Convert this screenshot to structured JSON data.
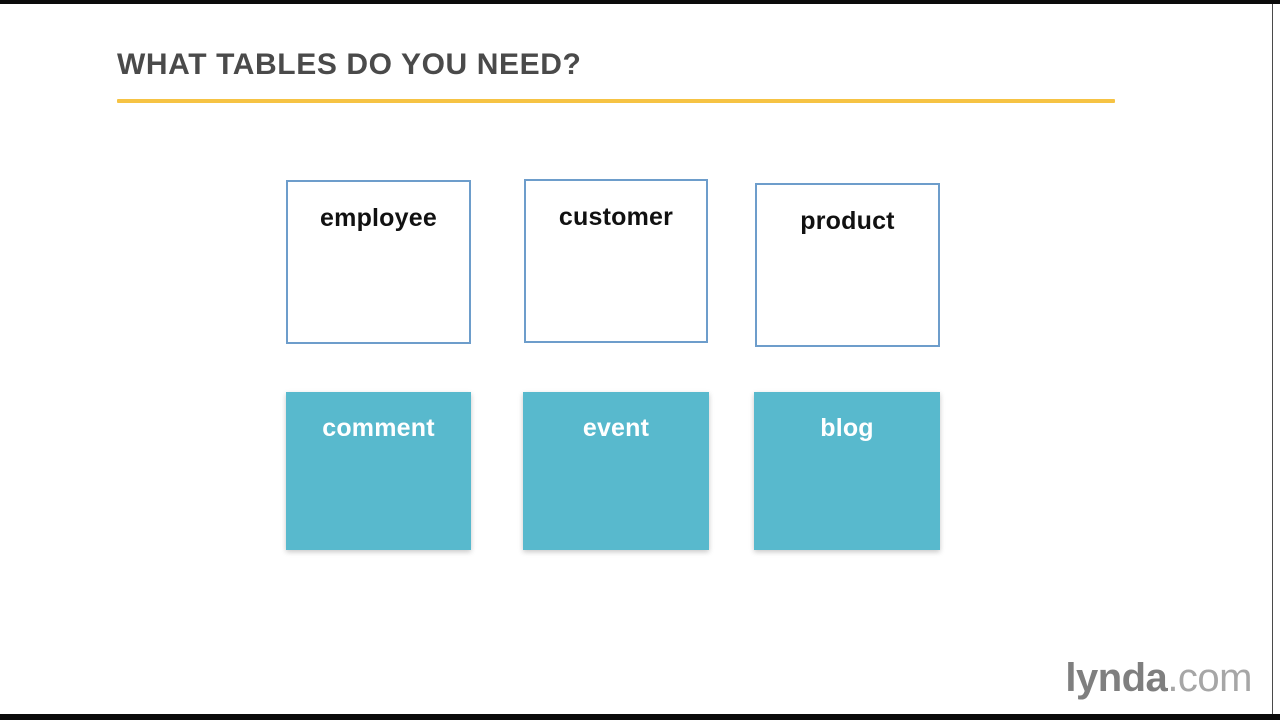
{
  "slide": {
    "title": "WHAT TABLES DO YOU NEED?",
    "accent_color": "#f6c344",
    "title_color": "#4a4a4a",
    "background_color": "#ffffff"
  },
  "cards": {
    "outline_border_color": "#6d9dcb",
    "outline_text_color": "#111111",
    "filled_background_color": "#58b9cd",
    "filled_text_color": "#ffffff",
    "row_top": [
      {
        "label": "employee",
        "style": "outline"
      },
      {
        "label": "customer",
        "style": "outline"
      },
      {
        "label": "product",
        "style": "outline"
      }
    ],
    "row_bottom": [
      {
        "label": "comment",
        "style": "filled"
      },
      {
        "label": "event",
        "style": "filled"
      },
      {
        "label": "blog",
        "style": "filled"
      }
    ]
  },
  "brand": {
    "name": "lynda",
    "tld": ".com",
    "name_color": "#7f7f7f",
    "tld_color": "#a6a6a6"
  }
}
